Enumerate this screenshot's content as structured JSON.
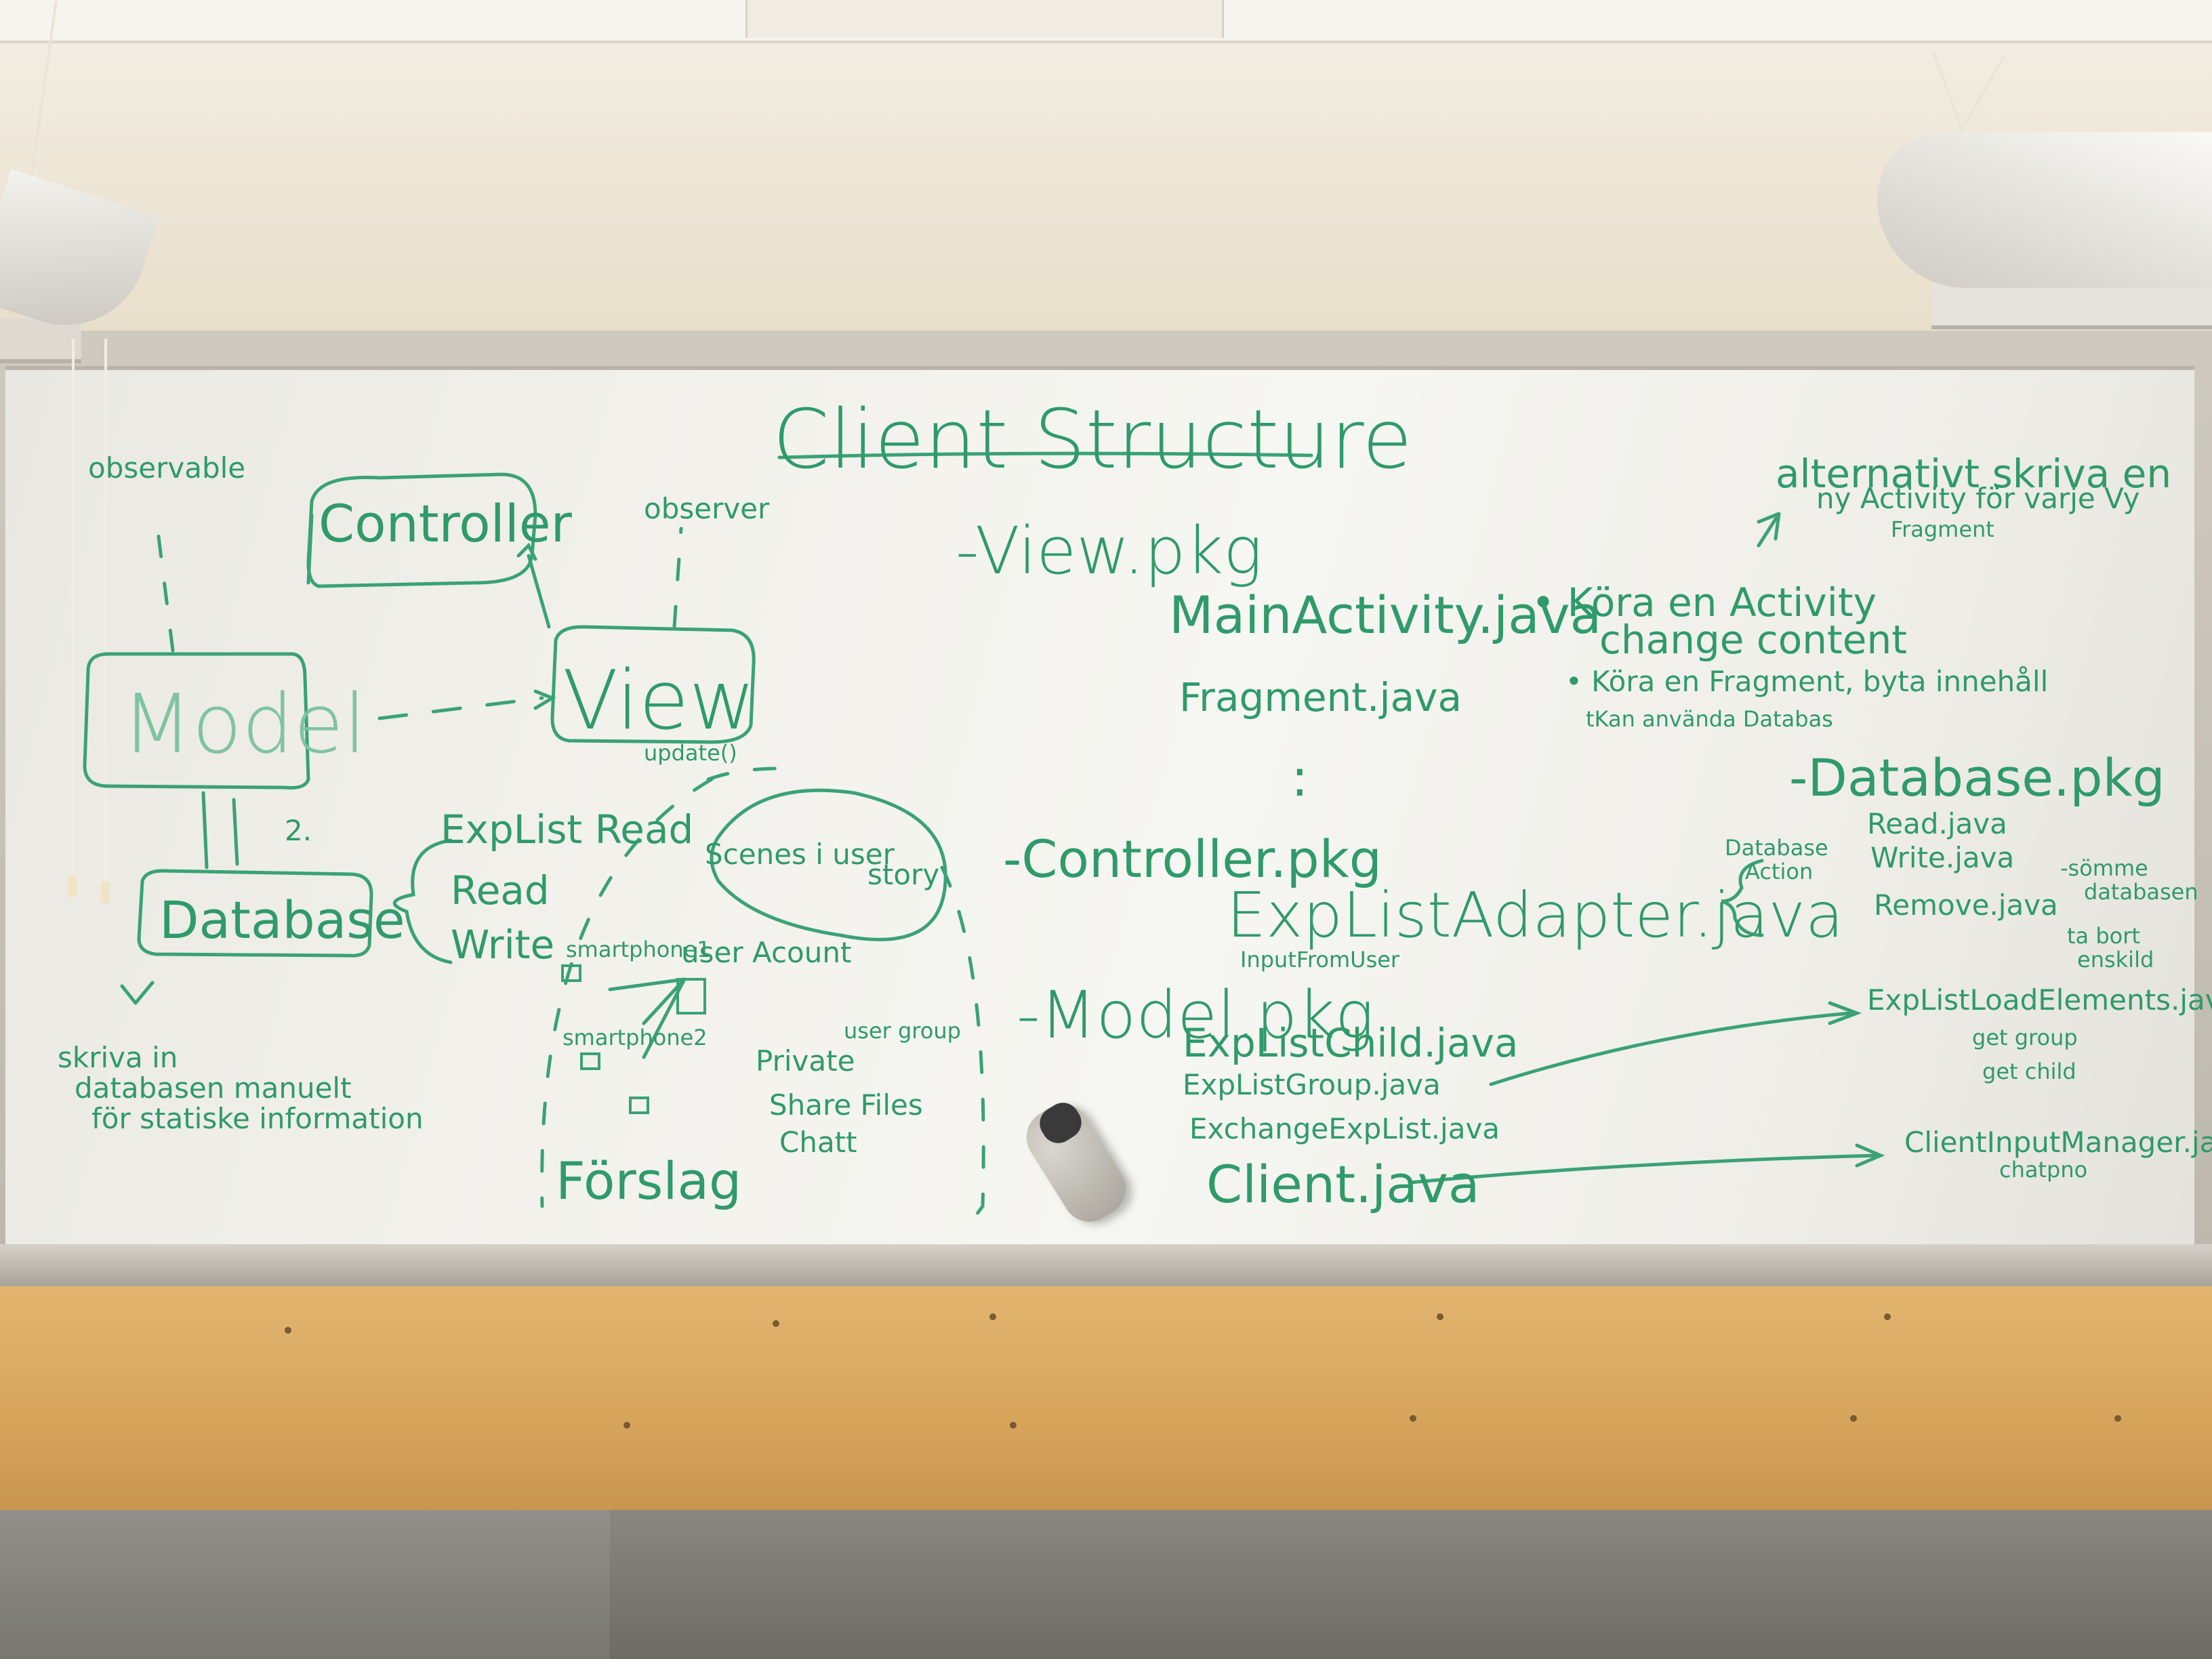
{
  "board": {
    "title": "Client Structure",
    "left_diagram": {
      "observable": "observable",
      "controller": "Controller",
      "observer": "observer",
      "model": "Model",
      "view": "View",
      "update": "update()",
      "z_mark": "2.",
      "database": "Database",
      "note_line1": "skriva in",
      "note_line2": "databasen manuelt",
      "note_line3": "för statiske information"
    },
    "middle_notes": {
      "explist_read": "ExpList Read",
      "read": "Read",
      "write": "Write",
      "scenes": "Scenes i user",
      "story": "story",
      "smartphone1": "smartphone1",
      "user_account": "user Acount",
      "smartphone2": "smartphone2",
      "private": "Private",
      "user_group": "user group",
      "share_files": "Share Files",
      "chatt": "Chatt",
      "forslag": "Förslag"
    },
    "center_notes": {
      "view_pkg": "-View.pkg",
      "main_activity": "MainActivity.java",
      "fragment": "Fragment.java",
      "dots": ":",
      "controller_pkg": "-Controller.pkg",
      "explist_adapter": "ExpListAdapter.java",
      "input_from_user": "InputFromUser",
      "model_pkg": "-Model.pkg",
      "explist_child": "ExpListChild.java",
      "explist_group": "ExpListGroup.java",
      "exchange_explist": "ExchangeExpList.java",
      "client_java": "Client.java"
    },
    "right_notes": {
      "alt_line1": "alternativt skriva en",
      "alt_line2": "ny Activity för varje Vy",
      "alt_line3": "Fragment",
      "kora_activity": "• Köra en Activity",
      "change_content": "change content",
      "kora_fragment": "• Köra en Fragment, byta innehåll",
      "fragment_sub": "tKan använda Databas",
      "database_pkg": "-Database.pkg",
      "database_action_1": "Database",
      "database_action_2": "Action",
      "read_java": "Read.java",
      "write_java": "Write.java",
      "remove_java": "Remove.java",
      "somme": "-sömme",
      "databasen": "databasen",
      "ta_bort": "ta bort",
      "enskild": "enskild",
      "explist_load": "ExpListLoadElements.java",
      "get_group": "get group",
      "get_child": "get child",
      "client_input": "ClientInputManager.java",
      "chatpno": "chatpno"
    }
  },
  "colors": {
    "marker_ink": "#2f9a6a",
    "board": "#f2f1ec",
    "wood": "#d6a45b",
    "wall": "#ece4d3"
  }
}
